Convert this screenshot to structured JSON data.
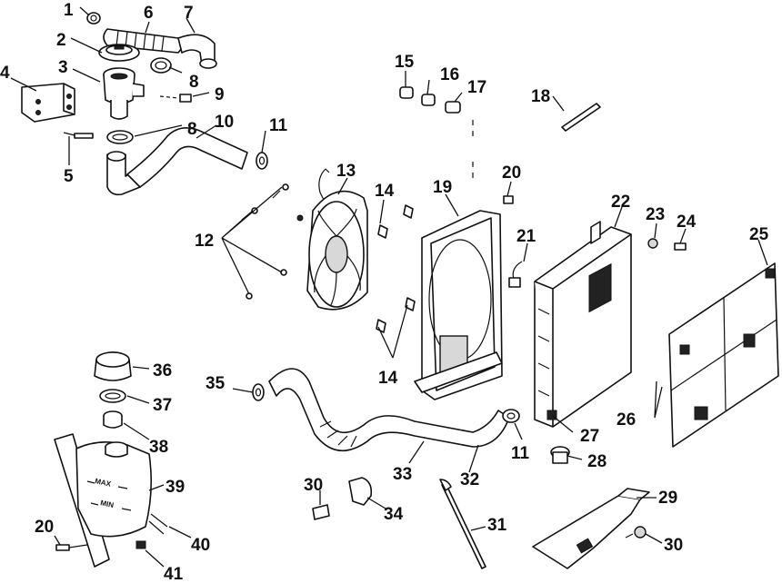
{
  "diagram": {
    "callouts": [
      {
        "id": "c1",
        "text": "1"
      },
      {
        "id": "c2",
        "text": "2"
      },
      {
        "id": "c3",
        "text": "3"
      },
      {
        "id": "c4",
        "text": "4"
      },
      {
        "id": "c5",
        "text": "5"
      },
      {
        "id": "c6",
        "text": "6"
      },
      {
        "id": "c7",
        "text": "7"
      },
      {
        "id": "c8a",
        "text": "8"
      },
      {
        "id": "c8b",
        "text": "8"
      },
      {
        "id": "c9",
        "text": "9"
      },
      {
        "id": "c10",
        "text": "10"
      },
      {
        "id": "c11a",
        "text": "11"
      },
      {
        "id": "c11b",
        "text": "11"
      },
      {
        "id": "c12",
        "text": "12"
      },
      {
        "id": "c13",
        "text": "13"
      },
      {
        "id": "c14a",
        "text": "14"
      },
      {
        "id": "c14b",
        "text": "14"
      },
      {
        "id": "c15",
        "text": "15"
      },
      {
        "id": "c16",
        "text": "16"
      },
      {
        "id": "c17",
        "text": "17"
      },
      {
        "id": "c18",
        "text": "18"
      },
      {
        "id": "c19",
        "text": "19"
      },
      {
        "id": "c20a",
        "text": "20"
      },
      {
        "id": "c20b",
        "text": "20"
      },
      {
        "id": "c21",
        "text": "21"
      },
      {
        "id": "c22",
        "text": "22"
      },
      {
        "id": "c23",
        "text": "23"
      },
      {
        "id": "c24",
        "text": "24"
      },
      {
        "id": "c25",
        "text": "25"
      },
      {
        "id": "c26",
        "text": "26"
      },
      {
        "id": "c27",
        "text": "27"
      },
      {
        "id": "c28",
        "text": "28"
      },
      {
        "id": "c29",
        "text": "29"
      },
      {
        "id": "c30a",
        "text": "30"
      },
      {
        "id": "c30b",
        "text": "30"
      },
      {
        "id": "c31",
        "text": "31"
      },
      {
        "id": "c32",
        "text": "32"
      },
      {
        "id": "c33",
        "text": "33"
      },
      {
        "id": "c34",
        "text": "34"
      },
      {
        "id": "c35",
        "text": "35"
      },
      {
        "id": "c36",
        "text": "36"
      },
      {
        "id": "c37",
        "text": "37"
      },
      {
        "id": "c38",
        "text": "38"
      },
      {
        "id": "c39",
        "text": "39"
      },
      {
        "id": "c40",
        "text": "40"
      },
      {
        "id": "c41",
        "text": "41"
      }
    ],
    "reservoir": {
      "max_label": "MAX",
      "min_label": "MIN"
    }
  }
}
